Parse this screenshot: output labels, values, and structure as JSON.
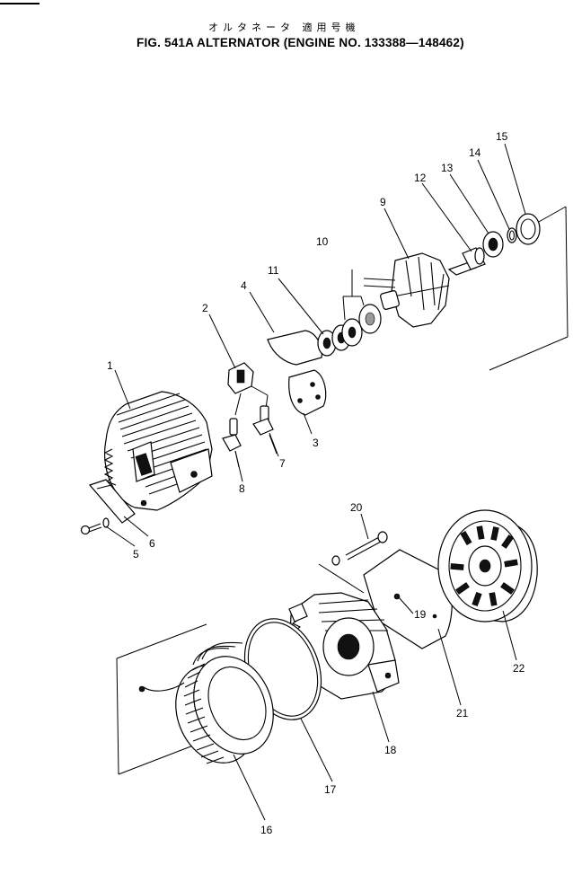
{
  "header": {
    "title_jp": "オルタネータ 適用号機",
    "title_en": "FIG. 541A   ALTERNATOR (ENGINE NO. 133388—148462)"
  },
  "callouts": [
    "1",
    "2",
    "3",
    "4",
    "5",
    "6",
    "7",
    "8",
    "9",
    "10",
    "11",
    "12",
    "13",
    "14",
    "15",
    "16",
    "17",
    "18",
    "19",
    "20",
    "21",
    "22"
  ]
}
